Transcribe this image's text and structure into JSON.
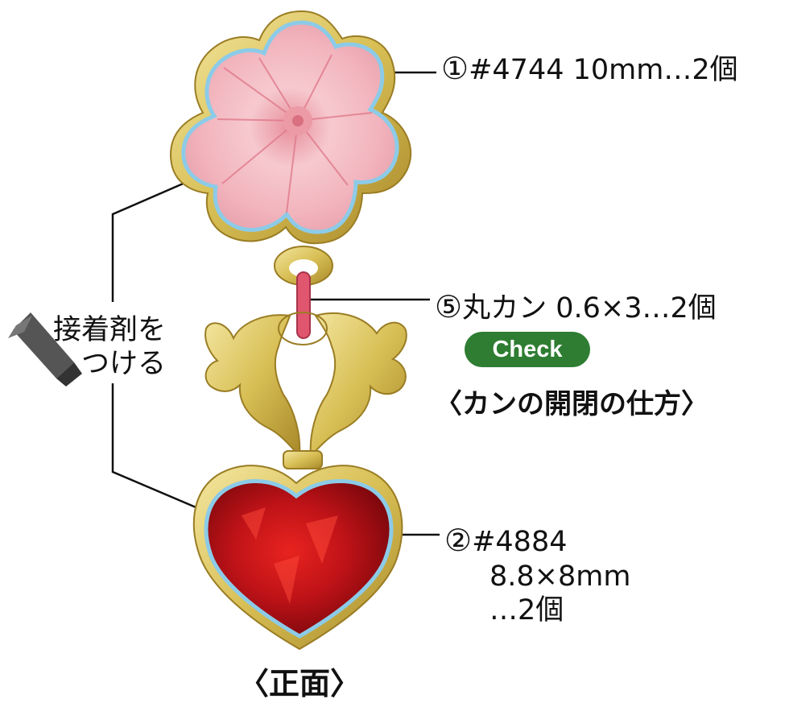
{
  "parts": {
    "part1": {
      "number": "①",
      "text": "#4744 10mm…2個"
    },
    "part5": {
      "number": "⑤",
      "text": "丸カン 0.6×3…2個"
    },
    "part2": {
      "number": "②",
      "line1": "#4884",
      "line2": "8.8×8mm",
      "line3": "…2個"
    }
  },
  "glue_note": {
    "line1": "接着剤を",
    "line2": "つける"
  },
  "check": {
    "badge": "Check",
    "link": "〈カンの開閉の仕方〉"
  },
  "caption": "〈正面〉",
  "colors": {
    "flower_crystal": "#f4bfc6",
    "heart_crystal": "#c0121a",
    "metal_gold": "#d9c35e",
    "glue_outline": "#8ccbe8",
    "jump_ring": "#e0566e",
    "badge_green": "#2e7d32"
  },
  "icons": [
    "glue-tube-icon"
  ]
}
